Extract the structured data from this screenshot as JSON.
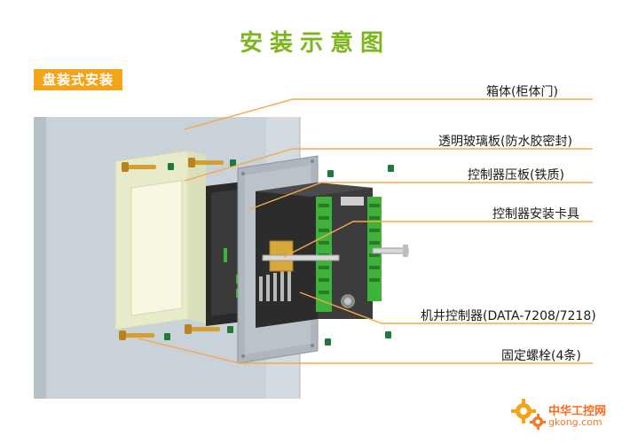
{
  "title": "安装示意图",
  "mount_type_label": "盘装式安装",
  "callouts": [
    "箱体(柜体门)",
    "透明玻璃板(防水胶密封)",
    "控制器压板(铁质)",
    "控制器安装卡具",
    "机井控制器(DATA-7208/7218)",
    "固定螺栓(4条)"
  ],
  "watermark": {
    "brand": "中华工控网",
    "url": "gkong.com"
  },
  "colors": {
    "title": "#7cb61c",
    "tag_bg": "#f5a319",
    "leader_line": "#f5a84a",
    "cabinet": "#c7d0d6",
    "terminal_green": "#3fb23c"
  }
}
